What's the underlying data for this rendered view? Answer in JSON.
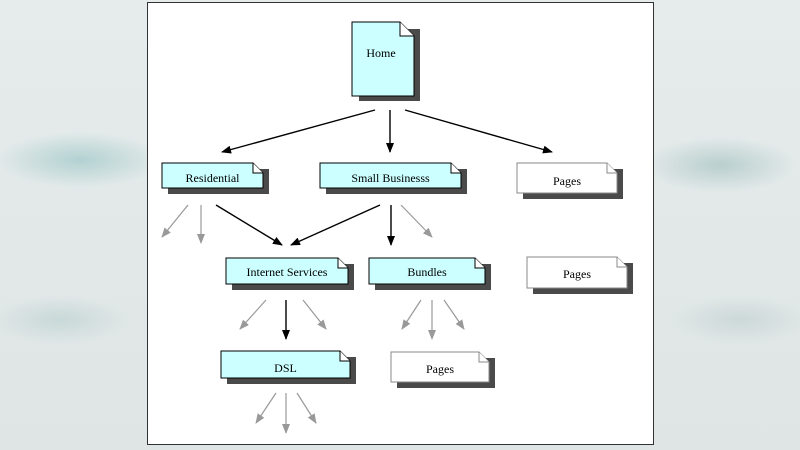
{
  "nodes": {
    "home": "Home",
    "residential": "Residential",
    "small_business": "Small Businesss",
    "pages_top": "Pages",
    "internet_services": "Internet Services",
    "bundles": "Bundles",
    "pages_mid": "Pages",
    "dsl": "DSL",
    "pages_bottom": "Pages"
  },
  "colors": {
    "section_fill": "#ccffff",
    "page_fill": "#ffffff",
    "shadow": "#4a4a4a",
    "arrow_primary": "#000000",
    "arrow_secondary": "#999999"
  }
}
